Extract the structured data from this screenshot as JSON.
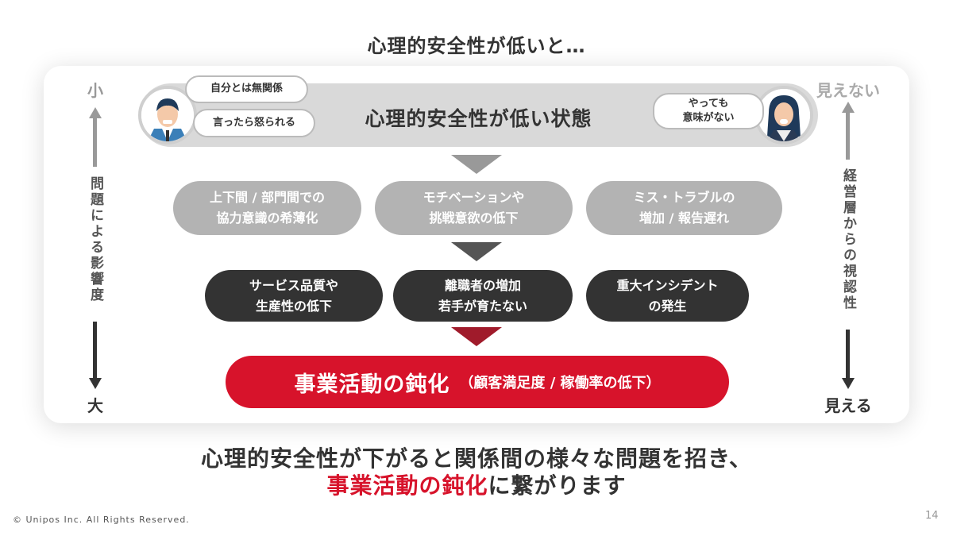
{
  "slide_title": "心理的安全性が低いと…",
  "banner": {
    "title": "心理的安全性が低い状態",
    "bubbles_left": [
      "自分とは無関係",
      "言ったら怒られる"
    ],
    "bubble_right_lines": [
      "やっても",
      "意味がない"
    ]
  },
  "left_axis": {
    "top": "小",
    "label": "問題による影響度",
    "bottom": "大"
  },
  "right_axis": {
    "top": "見えない",
    "label": "経営層からの視認性",
    "bottom": "見える"
  },
  "row1": [
    [
      "上下間 / 部門間での",
      "協力意識の希薄化"
    ],
    [
      "モチベーションや",
      "挑戦意欲の低下"
    ],
    [
      "ミス・トラブルの",
      "増加 / 報告遅れ"
    ]
  ],
  "row2": [
    [
      "サービス品質や",
      "生産性の低下"
    ],
    [
      "離職者の増加",
      "若手が育たない"
    ],
    [
      "重大インシデント",
      "の発生"
    ]
  ],
  "result": {
    "main": "事業活動の鈍化",
    "sub": "（顧客満足度 / 稼働率の低下）"
  },
  "conclusion": {
    "line1": "心理的安全性が下がると関係間の様々な問題を招き、",
    "line2_highlight": "事業活動の鈍化",
    "line2_rest": "に繋がります"
  },
  "footer": "© Unipos Inc. All Rights Reserved.",
  "page_number": "14",
  "colors": {
    "accent": "#d7132b",
    "dark": "#333333",
    "gray": "#b3b3b3"
  }
}
